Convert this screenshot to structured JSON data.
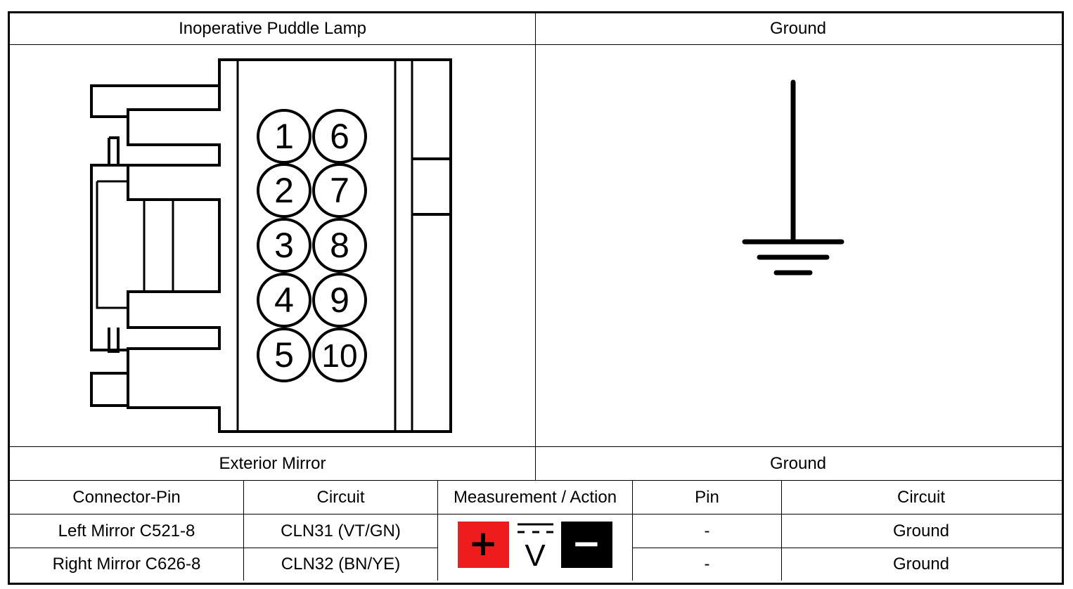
{
  "top_panel": {
    "left_title": "Inoperative Puddle Lamp",
    "right_title": "Ground",
    "connector_pins": [
      "1",
      "2",
      "3",
      "4",
      "5",
      "6",
      "7",
      "8",
      "9",
      "10"
    ]
  },
  "mid_panel": {
    "left_title": "Exterior Mirror",
    "right_title": "Ground"
  },
  "table": {
    "headers": [
      "Connector-Pin",
      "Circuit",
      "Measurement / Action",
      "Pin",
      "Circuit"
    ],
    "rows": [
      {
        "connector_pin": "Left Mirror C521-8",
        "circuit": "CLN31 (VT/GN)",
        "pin": "-",
        "circuit2": "Ground"
      },
      {
        "connector_pin": "Right Mirror C626-8",
        "circuit": "CLN32 (BN/YE)",
        "pin": "-",
        "circuit2": "Ground"
      }
    ],
    "measurement": {
      "plus_symbol": "+",
      "voltage_symbol": "V",
      "minus_symbol": "−",
      "plus_color": "#ee1c1c",
      "minus_color": "#000000"
    }
  }
}
